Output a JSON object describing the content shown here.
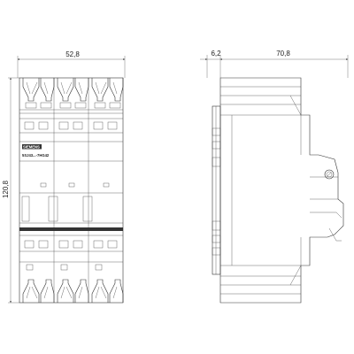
{
  "dimensions": {
    "front_width": "52,8",
    "front_height": "120,8",
    "side_offset": "6,2",
    "side_depth": "70,8"
  },
  "front_label": {
    "brand": "SIEMENS",
    "type_code": "5SJ43...-7HG42"
  }
}
